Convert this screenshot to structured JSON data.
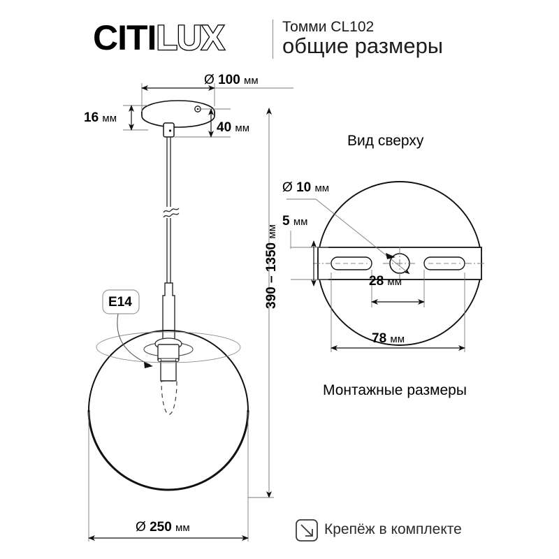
{
  "header": {
    "brand_solid": "CITI",
    "brand_outline": "LUX",
    "model_line": "Томми CL102",
    "subtitle": "общие размеры"
  },
  "front_view": {
    "canopy_diameter": {
      "symbol": "Ø",
      "value": "100",
      "unit": "мм"
    },
    "canopy_height": {
      "value": "16",
      "unit": "мм"
    },
    "canopy_drop": {
      "value": "40",
      "unit": "мм"
    },
    "total_height": {
      "value": "390 – 1350",
      "unit": "мм"
    },
    "globe_diameter": {
      "symbol": "Ø",
      "value": "250",
      "unit": "мм"
    },
    "socket_callout": "E14"
  },
  "top_view": {
    "title": "Вид сверху",
    "hole_diameter": {
      "symbol": "Ø",
      "value": "10",
      "unit": "мм"
    },
    "plate_thickness": {
      "value": "5",
      "unit": "мм"
    },
    "slot_spacing": {
      "value": "28",
      "unit": "мм"
    },
    "plate_width": {
      "value": "78",
      "unit": "мм"
    },
    "caption": "Монтажные размеры"
  },
  "footer": {
    "mounting_icon": "arrow-into-box-icon",
    "mounting_text": "Крепёж в комплекте"
  },
  "colors": {
    "ink": "#000000",
    "thin_line": "#555555",
    "dim_line": "#6f6f6f",
    "background": "#ffffff"
  }
}
